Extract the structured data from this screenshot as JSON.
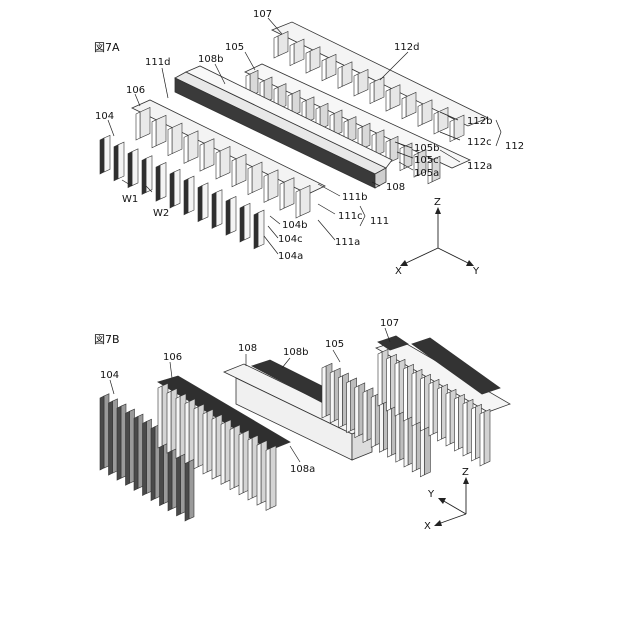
{
  "figures": {
    "a": {
      "title": "図7A",
      "labels": {
        "l107": "107",
        "l112d": "112d",
        "l105": "105",
        "l108b": "108b",
        "l111d": "111d",
        "l106": "106",
        "l104": "104",
        "l112b": "112b",
        "l112c": "112c",
        "l112": "112",
        "l112a": "112a",
        "l105b": "105b",
        "l105c": "105c",
        "l105a": "105a",
        "l108": "108",
        "l111b": "111b",
        "l111c": "111c",
        "l111": "111",
        "l111a": "111a",
        "l104b": "104b",
        "l104c": "104c",
        "l104a": "104a",
        "lW1": "W1",
        "lW2": "W2"
      },
      "axes": {
        "z": "Z",
        "x": "X",
        "y": "Y"
      }
    },
    "b": {
      "title": "図7B",
      "labels": {
        "l107": "107",
        "l108": "108",
        "l108b": "108b",
        "l105": "105",
        "l104": "104",
        "l106": "106",
        "l108a": "108a"
      },
      "axes": {
        "z": "Z",
        "y": "Y",
        "x": "X"
      }
    }
  },
  "colors": {
    "line": "#222222",
    "dark_fill": "#3a3a3a",
    "light_fill": "#eeeeee",
    "mid_fill": "#8a8a8a"
  }
}
